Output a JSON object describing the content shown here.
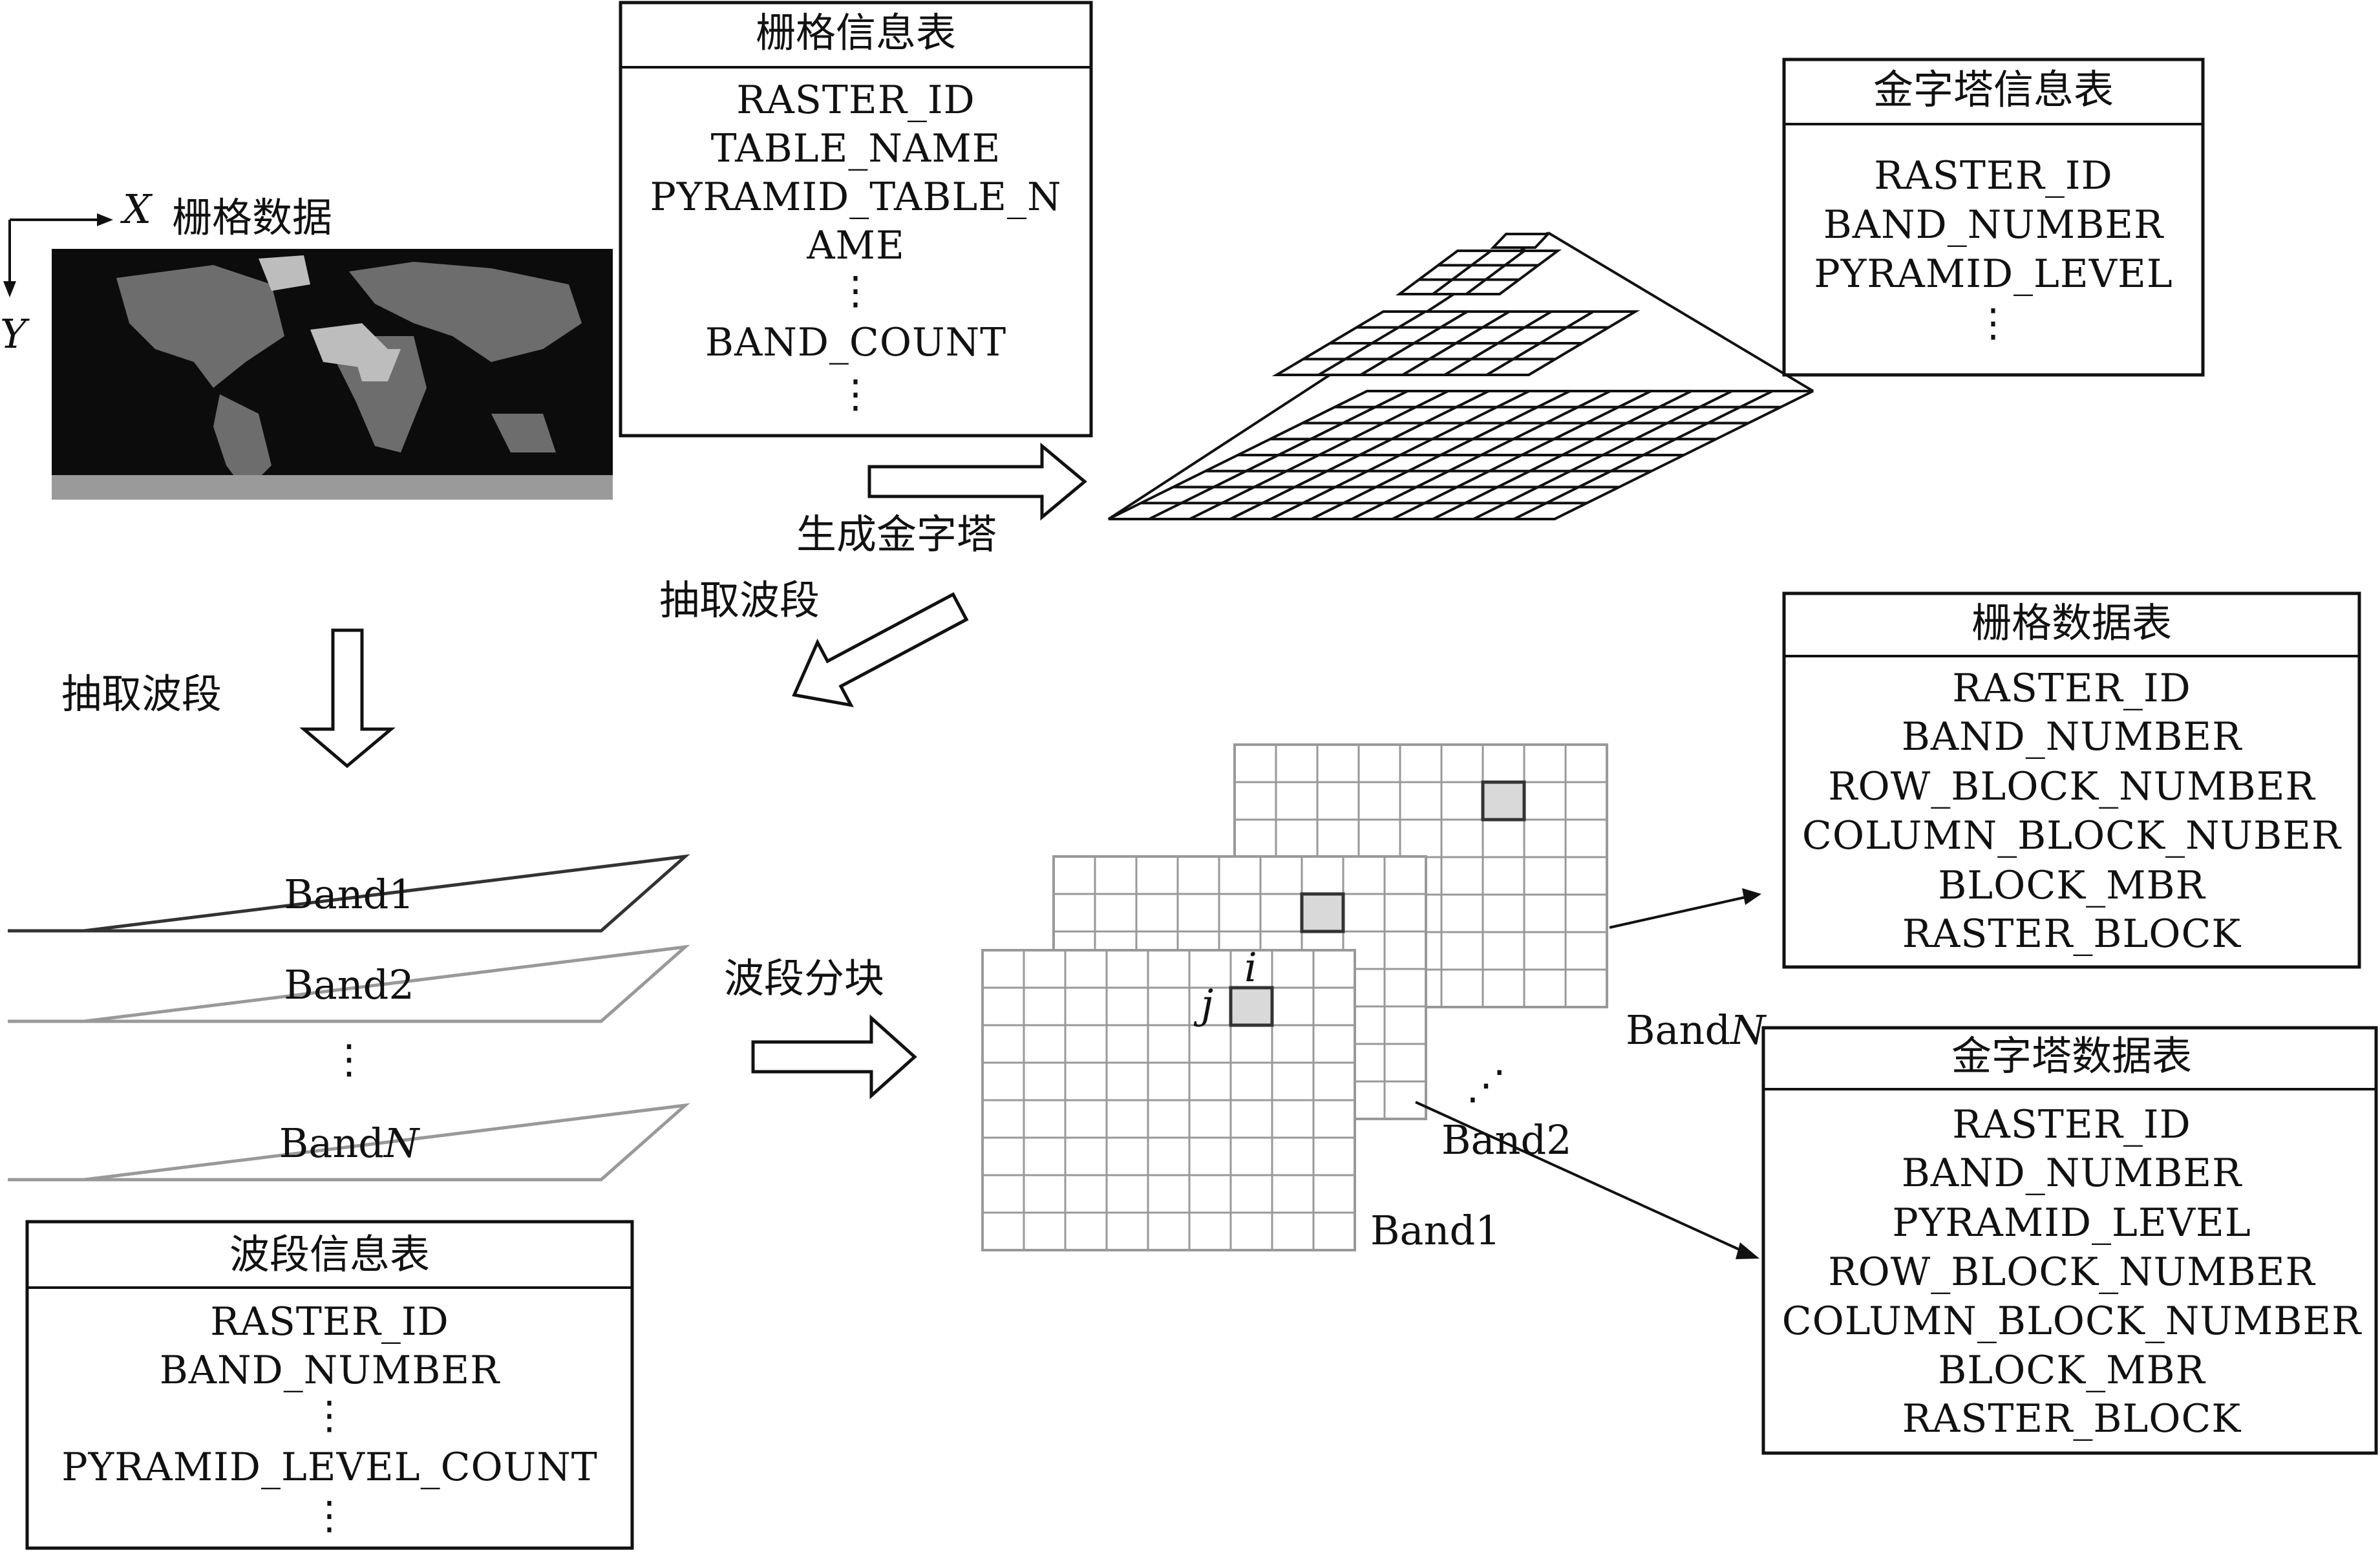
{
  "raster_data_label": "栅格数据",
  "axis": {
    "x": "X",
    "y": "Y"
  },
  "raster_info_table": {
    "title": "栅格信息表",
    "fields": [
      "RASTER_ID",
      "TABLE_NAME",
      "PYRAMID_TABLE_N",
      "AME",
      "⋮",
      "BAND_COUNT",
      "⋮"
    ]
  },
  "pyramid_info_table": {
    "title": "金字塔信息表",
    "fields": [
      "RASTER_ID",
      "BAND_NUMBER",
      "PYRAMID_LEVEL",
      "⋮"
    ]
  },
  "band_info_table": {
    "title": "波段信息表",
    "fields": [
      "RASTER_ID",
      "BAND_NUMBER",
      "⋮",
      "PYRAMID_LEVEL_COUNT",
      "⋮"
    ]
  },
  "raster_data_table": {
    "title": "栅格数据表",
    "fields": [
      "RASTER_ID",
      "BAND_NUMBER",
      "ROW_BLOCK_NUMBER",
      "COLUMN_BLOCK_NUBER",
      "BLOCK_MBR",
      "RASTER_BLOCK"
    ]
  },
  "pyramid_data_table": {
    "title": "金字塔数据表",
    "fields": [
      "RASTER_ID",
      "BAND_NUMBER",
      "PYRAMID_LEVEL",
      "ROW_BLOCK_NUMBER",
      "COLUMN_BLOCK_NUMBER",
      "BLOCK_MBR",
      "RASTER_BLOCK"
    ]
  },
  "steps": {
    "generate_pyramid": "生成金字塔",
    "extract_bands_left": "抽取波段",
    "extract_bands_right": "抽取波段",
    "band_tiling": "波段分块"
  },
  "bands": {
    "band1": "Band1",
    "band2": "Band2",
    "ellipsis": "⋮",
    "bandN_prefix": "Band",
    "bandN_suffix": "N"
  },
  "tiles": {
    "band1": "Band1",
    "band2": "Band2",
    "bandN_prefix": "Band",
    "bandN_suffix": "N",
    "ellipsis": "⋰",
    "row_index": "j",
    "col_index": "i"
  }
}
